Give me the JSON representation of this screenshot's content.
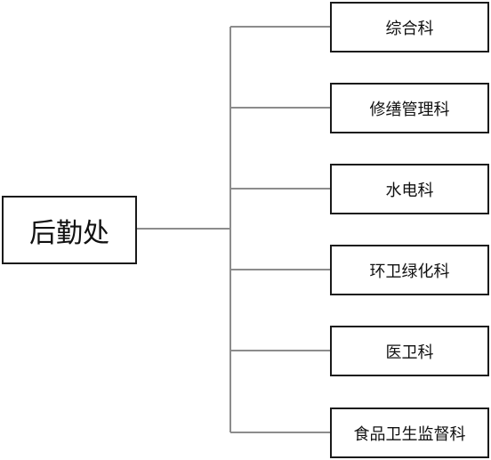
{
  "root": {
    "label": "后勤处"
  },
  "children": [
    {
      "label": "综合科"
    },
    {
      "label": "修缮管理科"
    },
    {
      "label": "水电科"
    },
    {
      "label": "环卫绿化科"
    },
    {
      "label": "医卫科"
    },
    {
      "label": "食品卫生监督科"
    }
  ],
  "colors": {
    "connector": "#8c8c8c",
    "border": "#1a1a1a",
    "text": "#111111"
  }
}
